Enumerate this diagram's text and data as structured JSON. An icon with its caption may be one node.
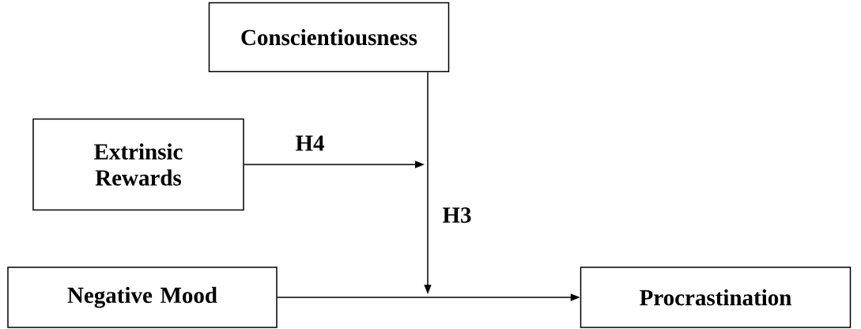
{
  "diagram": {
    "nodes": [
      {
        "text": [
          "Conscientiousness"
        ]
      },
      {
        "text": [
          "Extrinsic Rewards"
        ]
      },
      {
        "text": [
          "Negative Mood"
        ]
      },
      {
        "text": [
          "Procrastination"
        ]
      }
    ],
    "edges": [
      {
        "from": 2,
        "to": 3,
        "arrow": "to"
      },
      {
        "from": 0,
        "to": null,
        "arrow": "to",
        "label": "H3"
      },
      {
        "from": 1,
        "to": null,
        "arrow": "to",
        "label": "H4"
      }
    ]
  }
}
